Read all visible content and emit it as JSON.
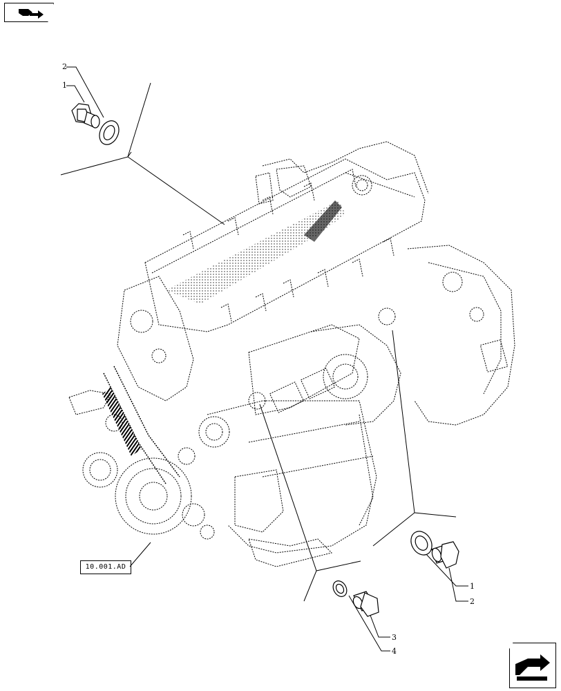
{
  "nav": {
    "prev_icon": "book-back-arrow-icon",
    "next_icon": "next-page-arrow-icon"
  },
  "reference": {
    "label": "10.001.AD"
  },
  "callouts": {
    "top_plug": "1",
    "top_washer": "2",
    "right_plug": "1",
    "right_washer": "2",
    "lower_plug": "3",
    "lower_washer": "4"
  },
  "parts": {
    "engine_icon": "engine-block-drawing",
    "plug_icon": "drain-plug-icon",
    "washer_icon": "sealing-washer-icon"
  }
}
